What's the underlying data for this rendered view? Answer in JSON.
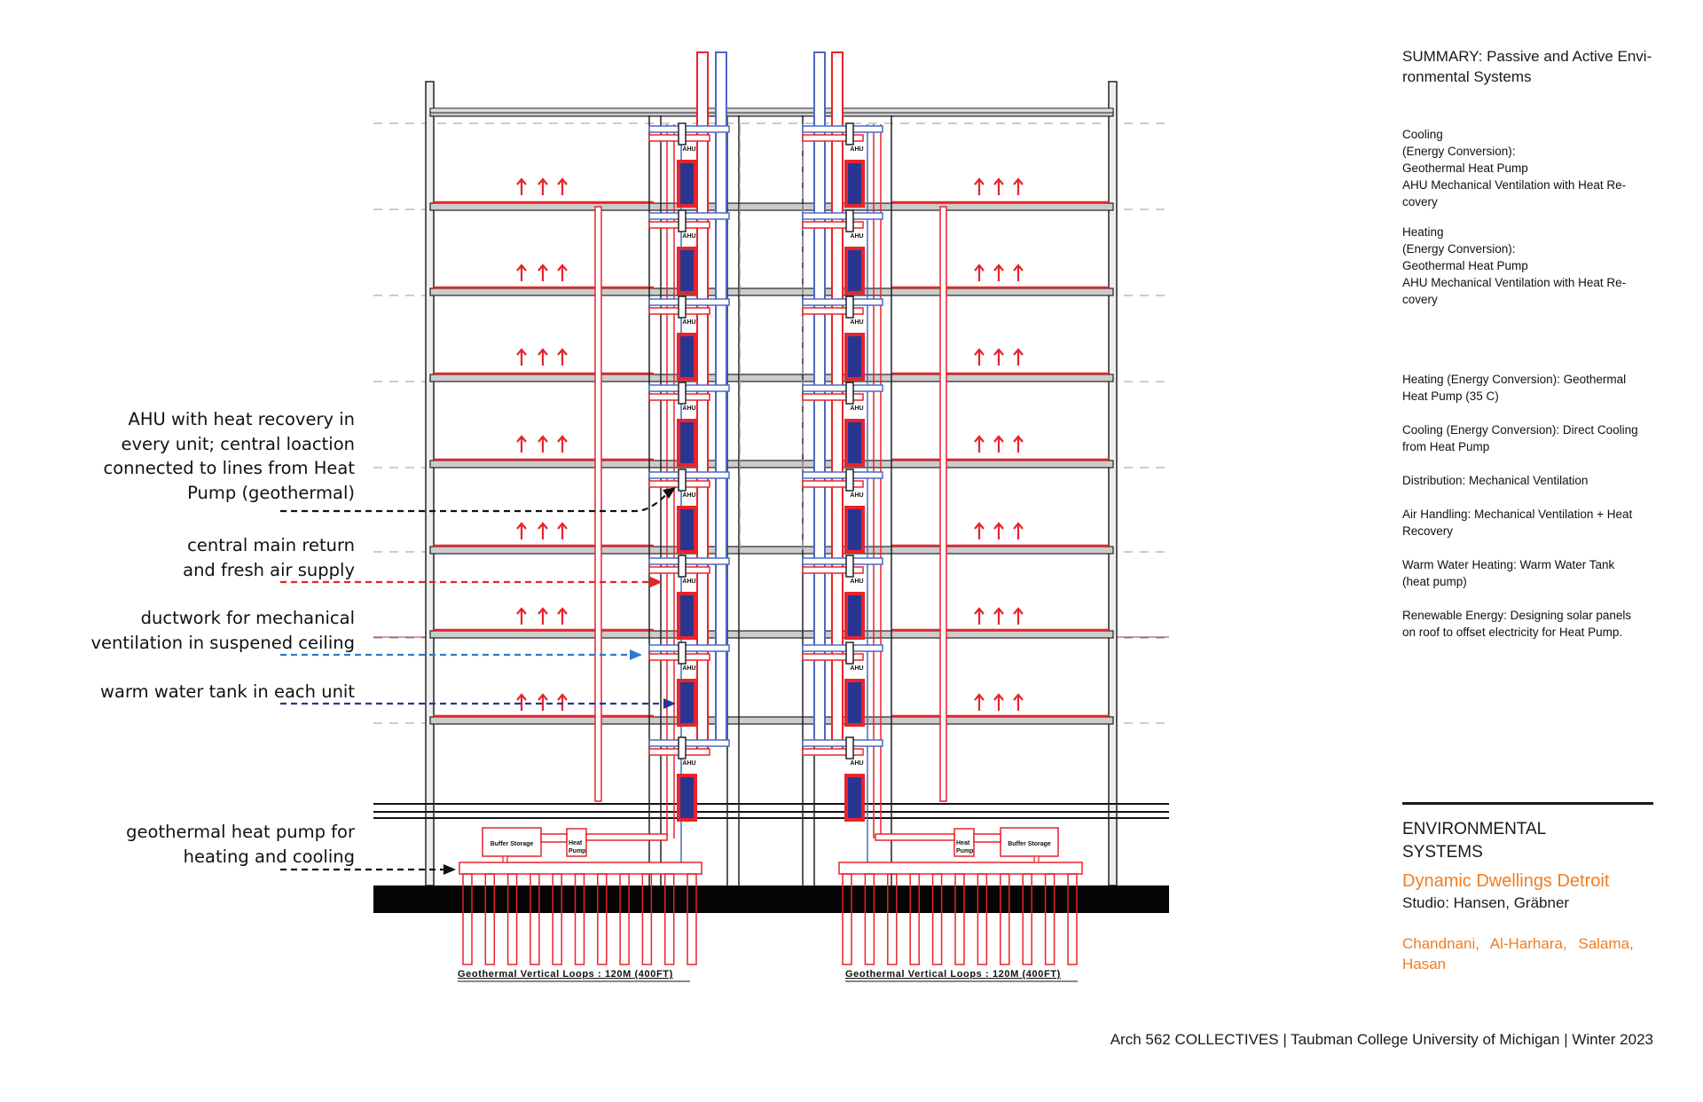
{
  "annotations": {
    "ahu": [
      "AHU with heat recovery in",
      "every unit; central loaction",
      "connected to lines from Heat",
      "Pump (geothermal)"
    ],
    "main_return": [
      "central main return",
      "and fresh air supply"
    ],
    "ductwork": [
      "ductwork for mechanical",
      "ventilation in suspened ceiling"
    ],
    "tank": [
      "warm water tank in each unit"
    ],
    "geothermal": [
      "geothermal heat pump for",
      "heating and cooling"
    ]
  },
  "diagram": {
    "ahu_label": "AHU",
    "buffer_label": "Buffer Storage",
    "heat_pump_label": "Heat\nPump",
    "loops_caption_left": "Geothermal Vertical Loops : 120M (400FT)",
    "loops_caption_right": "Geothermal Vertical Loops : 120M (400FT)",
    "colors": {
      "supply": "#e8232b",
      "return": "#4a68c4",
      "tank": "#2a3591",
      "ground": "#050505"
    }
  },
  "summary": {
    "title": "SUMMARY: Passive and Active Envi-\nronmental Systems",
    "cooling": "Cooling\n(Energy Conversion):\nGeothermal Heat Pump\nAHU Mechanical Ventilation with Heat Re-\ncovery",
    "heating": "Heating\n(Energy Conversion):\nGeothermal Heat Pump\nAHU Mechanical Ventilation with Heat Re-\ncovery",
    "items": [
      "Heating (Energy Conversion): Geothermal\nHeat Pump (35 C)",
      "Cooling (Energy Conversion): Direct Cooling\nfrom Heat Pump",
      "Distribution: Mechanical Ventilation",
      "Air Handling: Mechanical Ventilation + Heat\nRecovery",
      "Warm Water Heating: Warm Water Tank\n(heat pump)",
      "Renewable Energy: Designing solar panels\non roof to offset electricity for Heat Pump."
    ]
  },
  "title_block": {
    "heading": "ENVIRONMENTAL\nSYSTEMS",
    "project": "Dynamic Dwellings Detroit",
    "studio": "Studio: Hansen, Gräbner",
    "authors": "Chandnani, Al-Harhara, Salama, Hasan"
  },
  "footer": "Arch 562 COLLECTIVES | Taubman College University of Michigan | Winter 2023"
}
